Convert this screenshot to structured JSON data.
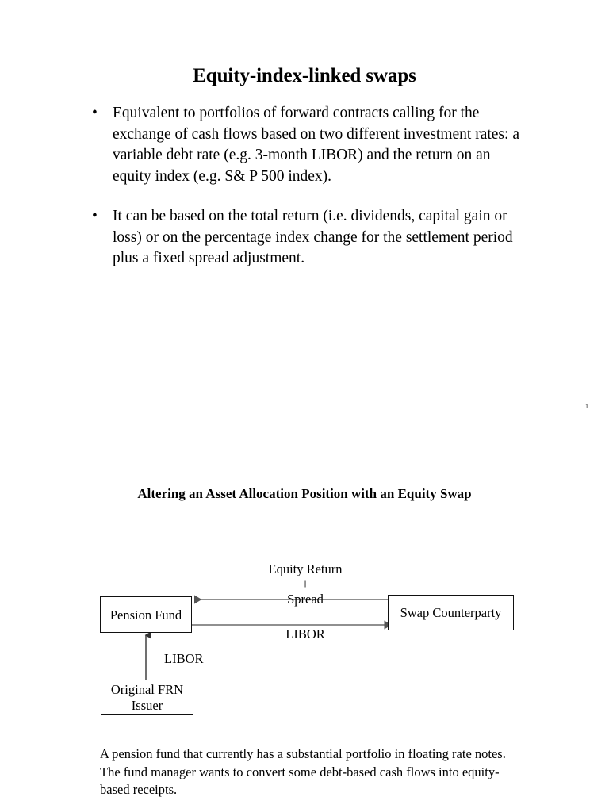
{
  "slide1": {
    "title": "Equity-index-linked swaps",
    "bullets": [
      {
        "marker": "•",
        "text": "Equivalent to portfolios of forward contracts calling for the exchange of cash flows based on two different investment rates: a variable debt rate (e.g. 3-month LIBOR) and the return on an equity index (e.g. S& P 500 index)."
      },
      {
        "marker": "•",
        "text": "It can be based on the total return (i.e. dividends, capital gain or loss) or on the percentage index change for the settlement period plus a fixed spread adjustment."
      }
    ],
    "page_number": "1"
  },
  "slide2": {
    "heading": "Altering an Asset Allocation Position with an Equity Swap",
    "diagram": {
      "nodes": {
        "pension_fund": "Pension Fund",
        "swap_counterparty": "Swap Counterparty",
        "original_frn_issuer_line1": "Original FRN",
        "original_frn_issuer_line2": "Issuer"
      },
      "labels": {
        "equity_return_line1": "Equity Return",
        "equity_return_line2": "+",
        "equity_return_line3": "Spread",
        "libor_horizontal": "LIBOR",
        "libor_vertical": "LIBOR"
      },
      "line_color": "#6b6b6b"
    },
    "caption": "A pension fund that currently has a substantial portfolio in floating rate notes.  The fund manager wants to convert some debt-based cash flows into equity-based receipts."
  }
}
